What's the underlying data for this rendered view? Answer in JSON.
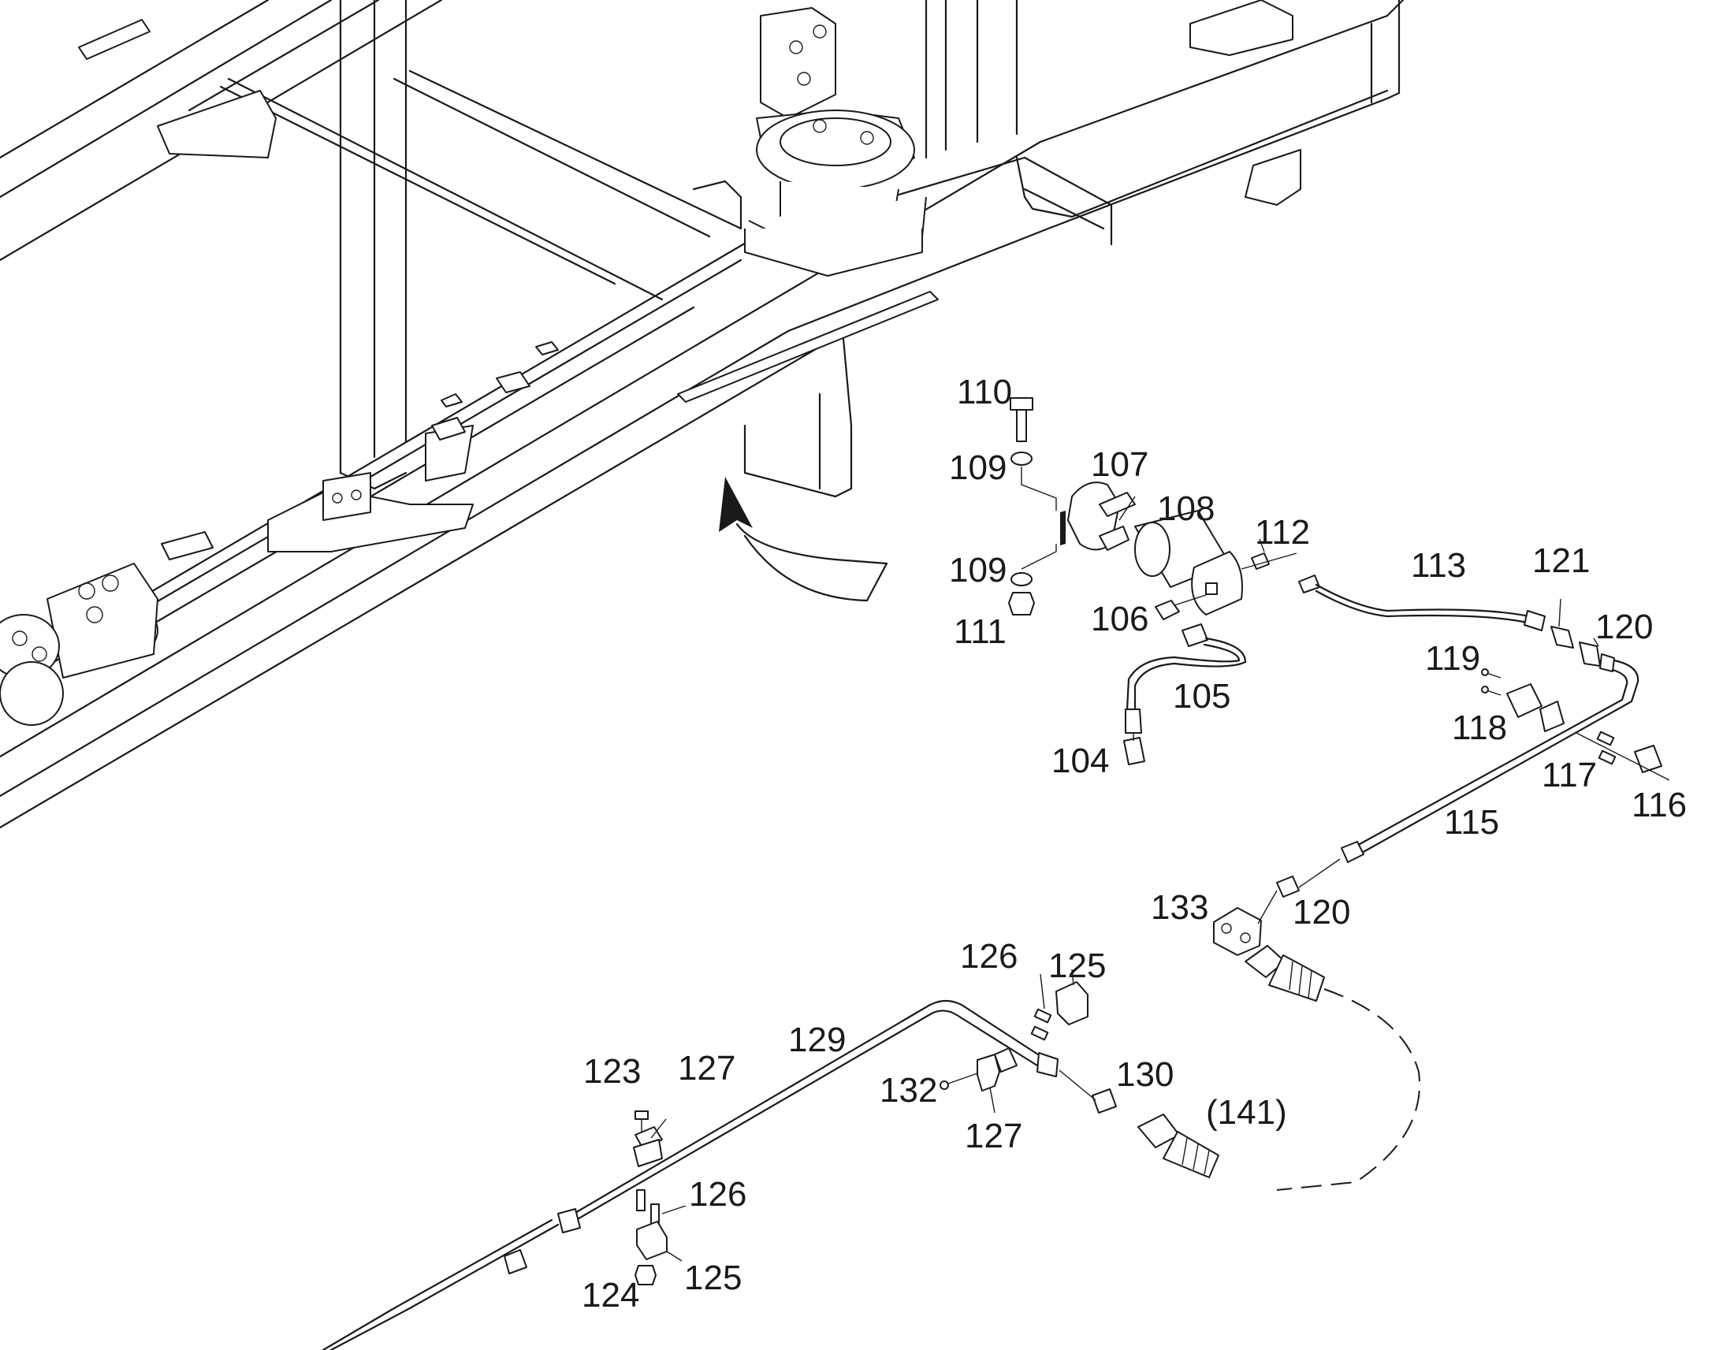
{
  "diagram": {
    "callouts": {
      "c104": "104",
      "c105": "105",
      "c106": "106",
      "c107": "107",
      "c108": "108",
      "c109a": "109",
      "c109b": "109",
      "c110": "110",
      "c111": "111",
      "c112": "112",
      "c113": "113",
      "c115": "115",
      "c116": "116",
      "c117": "117",
      "c118": "118",
      "c119": "119",
      "c120a": "120",
      "c120b": "120",
      "c121": "121",
      "c123": "123",
      "c124": "124",
      "c125a": "125",
      "c125b": "125",
      "c126a": "126",
      "c126b": "126",
      "c127a": "127",
      "c127b": "127",
      "c129": "129",
      "c130": "130",
      "c132": "132",
      "c133": "133",
      "c141": "(141)"
    }
  }
}
